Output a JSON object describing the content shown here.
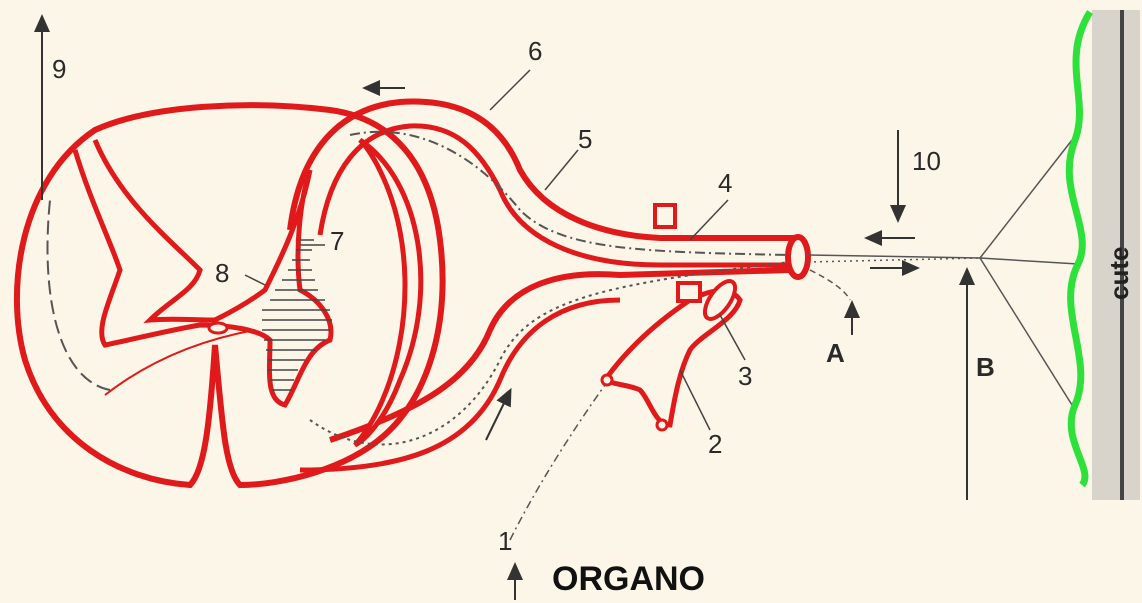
{
  "labels": {
    "n1": "1",
    "n2": "2",
    "n3": "3",
    "n4": "4",
    "n5": "5",
    "n6": "6",
    "n7": "7",
    "n8": "8",
    "n9": "9",
    "n10": "10",
    "A": "A",
    "B": "B"
  },
  "side_label": "cute",
  "title": "ORGANO",
  "colors": {
    "background": "#fbf6e8",
    "outline": "#e01a1a",
    "skin": "#2ee03a",
    "ink": "#2a2a2a",
    "shading": "#c9c4bc"
  }
}
